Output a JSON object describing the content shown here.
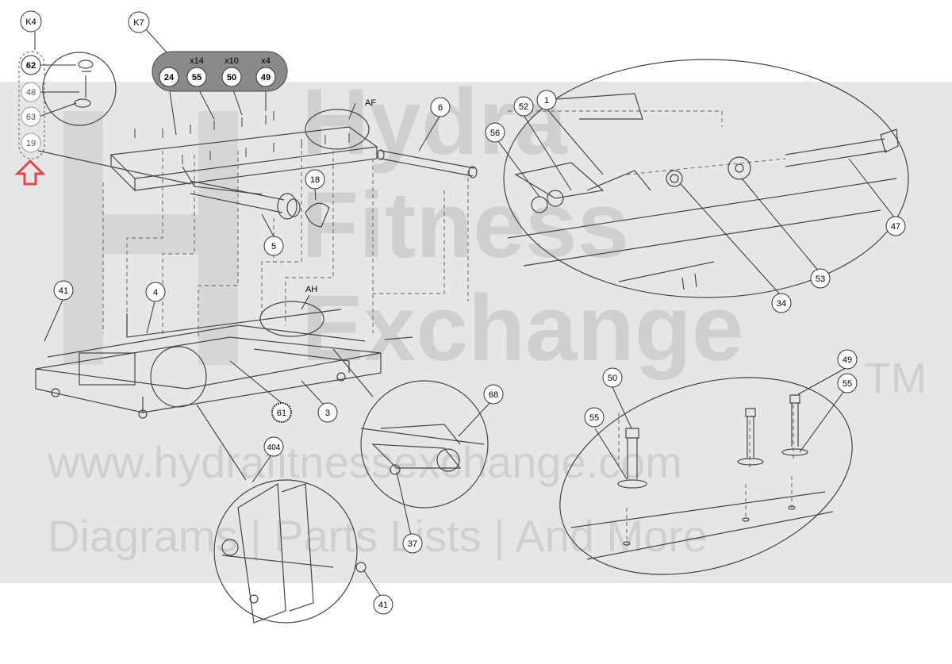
{
  "watermark": {
    "line1": "Hydra",
    "line2": "Fitness",
    "line3": "Exchange",
    "trademark": "TM",
    "url": "www.hydrafitnessexchange.com",
    "tagline": "Diagrams | Parts Lists | And More"
  },
  "kits": {
    "k4": {
      "label": "K4",
      "parts": [
        "62",
        "48",
        "63",
        "19"
      ]
    },
    "k7": {
      "label": "K7",
      "parts": [
        {
          "qty": "",
          "part": "24"
        },
        {
          "qty": "x14",
          "part": "55"
        },
        {
          "qty": "x10",
          "part": "50"
        },
        {
          "qty": "x4",
          "part": "49"
        }
      ]
    }
  },
  "callouts": {
    "p6": "6",
    "p5": "5",
    "p18": "18",
    "p4": "4",
    "p41a": "41",
    "p3": "3",
    "p61": "61",
    "p404": "404",
    "p41b": "41",
    "p68": "68",
    "p37": "37",
    "p1": "1",
    "p52": "52",
    "p56": "56",
    "p47": "47",
    "p53": "53",
    "p34": "34",
    "p50": "50",
    "p55a": "55",
    "p49": "49",
    "p55b": "55"
  },
  "detail_labels": {
    "af": "AF",
    "ah": "AH"
  },
  "colors": {
    "line": "#333333",
    "arrow": "#d9484b",
    "watermark_band": "#e6e6e6",
    "kit_pill": "#8a8a8a"
  }
}
